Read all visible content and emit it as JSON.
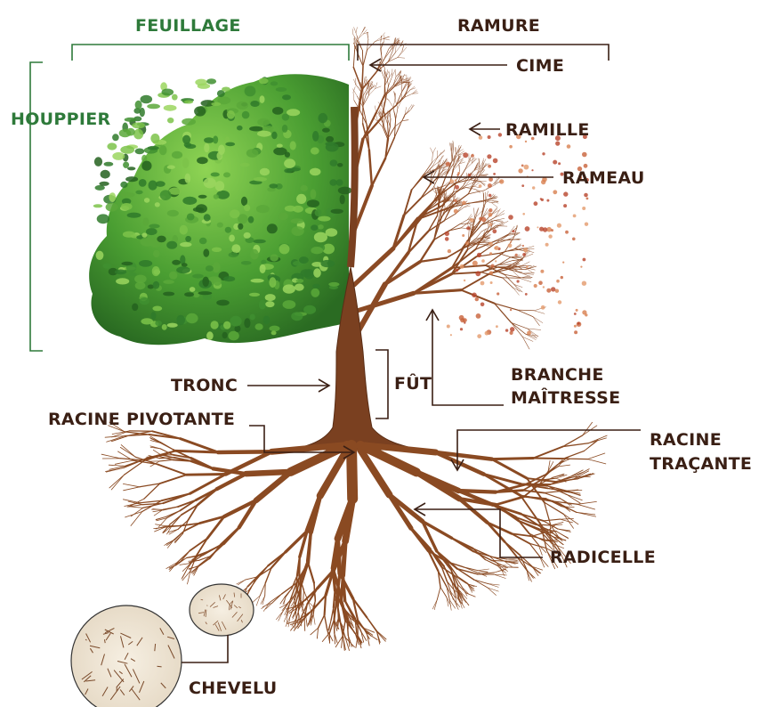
{
  "labels": {
    "feuillage": "FEUILLAGE",
    "ramure": "RAMURE",
    "houppier": "HOUPPIER",
    "cime": "CIME",
    "ramille": "RAMILLE",
    "rameau": "RAMEAU",
    "branche_line1": "BRANCHE",
    "branche_line2": "MAÎTRESSE",
    "tronc": "TRONC",
    "fut": "FÛT",
    "racine_pivotante": "RACINE  PIVOTANTE",
    "racine_tracante_line1": "RACINE",
    "racine_tracante_line2": "TRAÇANTE",
    "radicelle": "RADICELLE",
    "chevelu": "CHEVELU"
  },
  "colors": {
    "green_label": "#2e7a3a",
    "dark_label": "#3a1f14",
    "foliage_dark": "#2f7a2a",
    "foliage_light": "#7cc34a",
    "wood": "#8b4a24",
    "autumn": "#c8623a"
  }
}
